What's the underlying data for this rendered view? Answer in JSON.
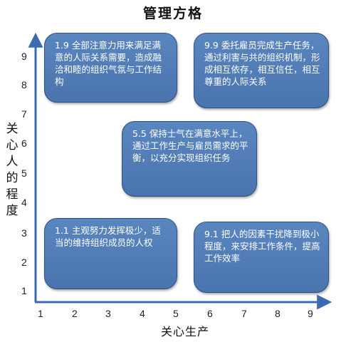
{
  "title": "管理方格",
  "y_axis": {
    "label_chars": [
      "关",
      "心",
      "人",
      "的",
      "程",
      "度"
    ],
    "ticks": [
      "1",
      "2",
      "3",
      "4",
      "5",
      "6",
      "7",
      "8",
      "9"
    ]
  },
  "x_axis": {
    "label": "关心生产",
    "ticks": [
      "1",
      "2",
      "3",
      "4",
      "5",
      "6",
      "7",
      "8",
      "9"
    ]
  },
  "boxes": {
    "top_left": "1.9 全部注意力用来满足满意的人际关系需要，造成融洽和睦的组织气氛与工作结构",
    "top_right": "9.9 委托雇员完成生产任务，通过利害与共的组织机制，形成相互依存，相互信任，相互尊重的人际关系",
    "center": "5.5 保持士气在满意水平上，通过工作生产与雇员需求的平衡，以充分实现组织任务",
    "bottom_left": "1.1 主观努力发挥极少，适当的维持组织成员的人权",
    "bottom_right": "9.1 把人的因素干扰降到极小程度，来安排工作条件，提高工作效率"
  }
}
